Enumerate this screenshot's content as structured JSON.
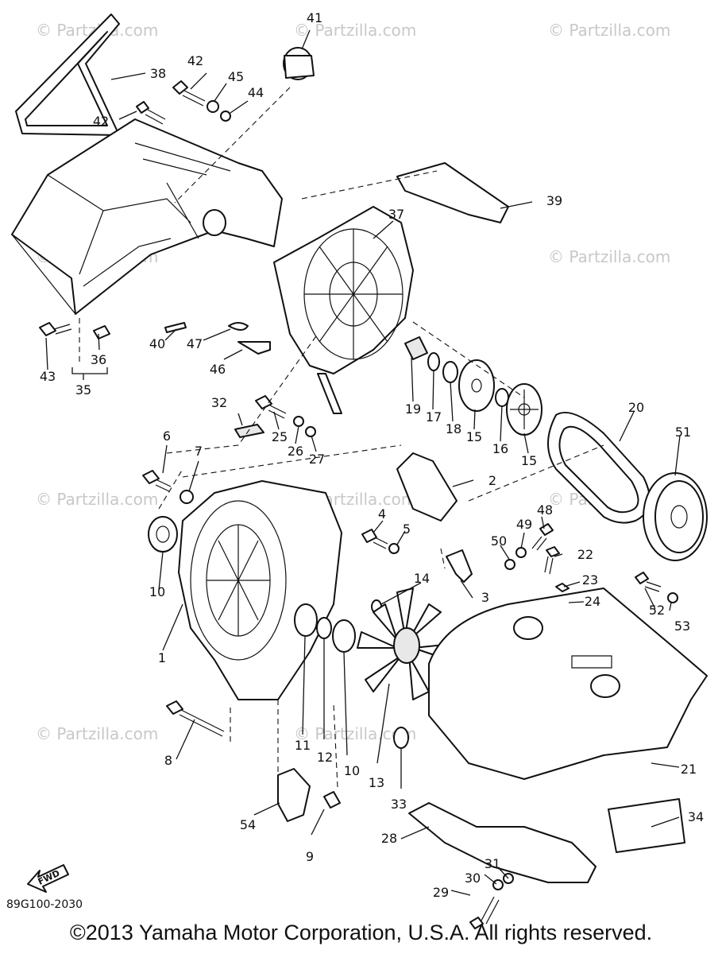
{
  "watermark": "© Partzilla.com",
  "center_watermark": "© Partzilla.com",
  "fwd_label": "FWD",
  "diagram_code": "89G100-2030",
  "copyright": "©2013  Yamaha Motor Corporation, U.S.A. All rights reserved.",
  "callouts": [
    {
      "id": "c41",
      "text": "41"
    },
    {
      "id": "c38",
      "text": "38"
    },
    {
      "id": "c42a",
      "text": "42"
    },
    {
      "id": "c45",
      "text": "45"
    },
    {
      "id": "c44",
      "text": "44"
    },
    {
      "id": "c42b",
      "text": "42"
    },
    {
      "id": "c39",
      "text": "39"
    },
    {
      "id": "c37",
      "text": "37"
    },
    {
      "id": "c43",
      "text": "43"
    },
    {
      "id": "c36",
      "text": "36"
    },
    {
      "id": "c35",
      "text": "35"
    },
    {
      "id": "c40",
      "text": "40"
    },
    {
      "id": "c47",
      "text": "47"
    },
    {
      "id": "c46",
      "text": "46"
    },
    {
      "id": "c19",
      "text": "19"
    },
    {
      "id": "c17",
      "text": "17"
    },
    {
      "id": "c18",
      "text": "18"
    },
    {
      "id": "c15a",
      "text": "15"
    },
    {
      "id": "c16",
      "text": "16"
    },
    {
      "id": "c15b",
      "text": "15"
    },
    {
      "id": "c20",
      "text": "20"
    },
    {
      "id": "c51",
      "text": "51"
    },
    {
      "id": "c32",
      "text": "32"
    },
    {
      "id": "c25",
      "text": "25"
    },
    {
      "id": "c26",
      "text": "26"
    },
    {
      "id": "c27",
      "text": "27"
    },
    {
      "id": "c6",
      "text": "6"
    },
    {
      "id": "c7",
      "text": "7"
    },
    {
      "id": "c2",
      "text": "2"
    },
    {
      "id": "c48",
      "text": "48"
    },
    {
      "id": "c49",
      "text": "49"
    },
    {
      "id": "c4",
      "text": "4"
    },
    {
      "id": "c5",
      "text": "5"
    },
    {
      "id": "c50",
      "text": "50"
    },
    {
      "id": "c22",
      "text": "22"
    },
    {
      "id": "c10a",
      "text": "10"
    },
    {
      "id": "c14",
      "text": "14"
    },
    {
      "id": "c3",
      "text": "3"
    },
    {
      "id": "c23",
      "text": "23"
    },
    {
      "id": "c24",
      "text": "24"
    },
    {
      "id": "c52",
      "text": "52"
    },
    {
      "id": "c53",
      "text": "53"
    },
    {
      "id": "c1",
      "text": "1"
    },
    {
      "id": "c8",
      "text": "8"
    },
    {
      "id": "c11",
      "text": "11"
    },
    {
      "id": "c12",
      "text": "12"
    },
    {
      "id": "c10b",
      "text": "10"
    },
    {
      "id": "c13",
      "text": "13"
    },
    {
      "id": "c21",
      "text": "21"
    },
    {
      "id": "c33",
      "text": "33"
    },
    {
      "id": "c54",
      "text": "54"
    },
    {
      "id": "c9",
      "text": "9"
    },
    {
      "id": "c34",
      "text": "34"
    },
    {
      "id": "c28",
      "text": "28"
    },
    {
      "id": "c31",
      "text": "31"
    },
    {
      "id": "c30",
      "text": "30"
    },
    {
      "id": "c29",
      "text": "29"
    }
  ]
}
